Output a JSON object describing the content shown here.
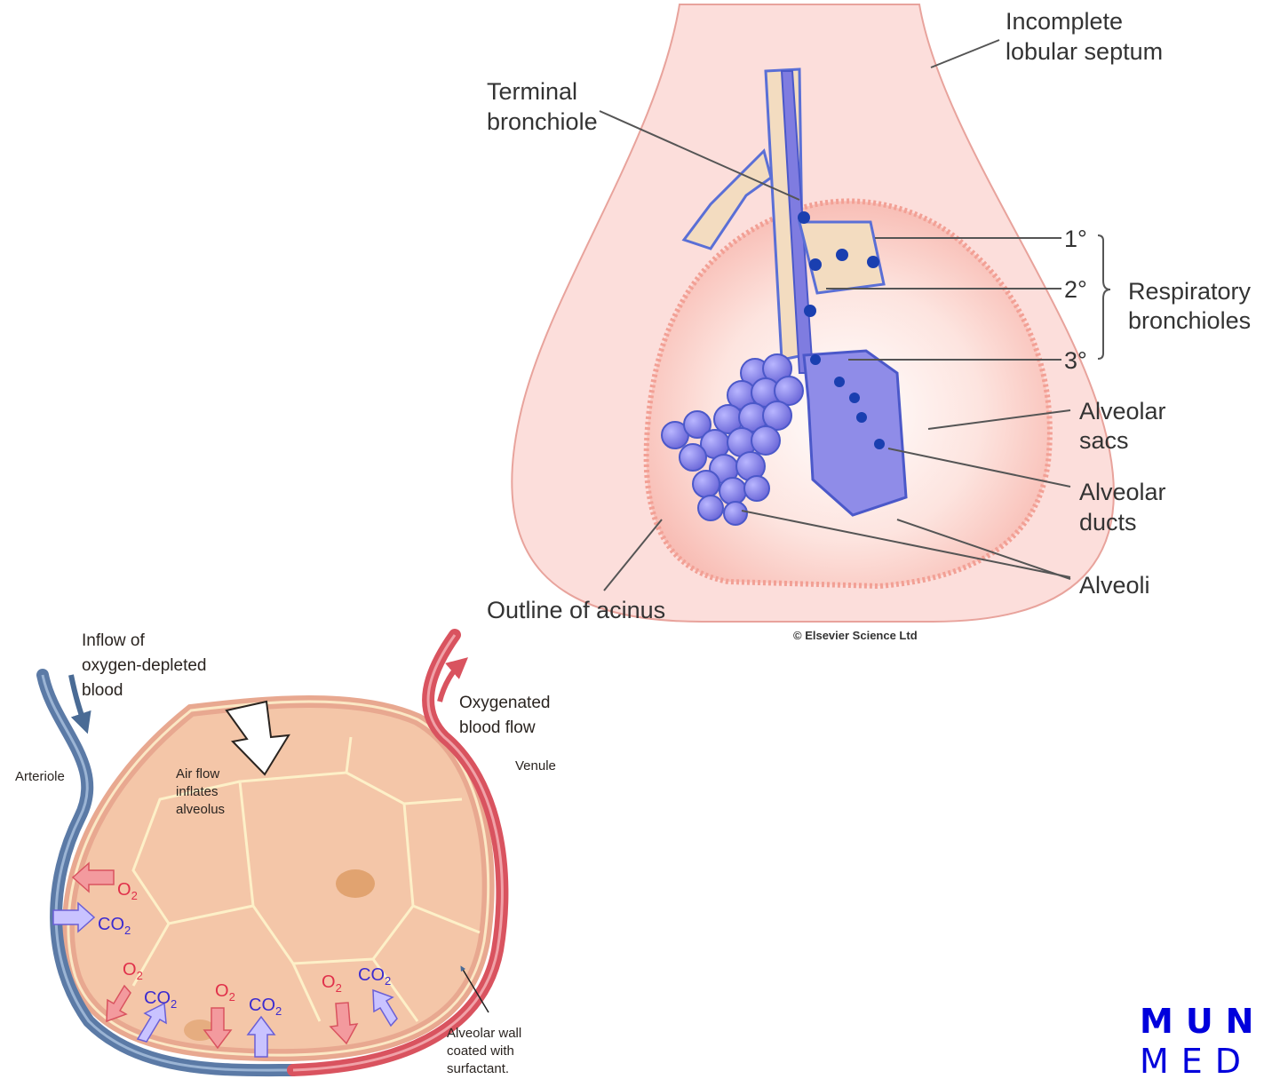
{
  "acinus_diagram": {
    "labels": {
      "incomplete_lobular_septum_1": "Incomplete",
      "incomplete_lobular_septum_2": "lobular septum",
      "terminal_bronchiole_1": "Terminal",
      "terminal_bronchiole_2": "bronchiole",
      "order_1": "1°",
      "order_2": "2°",
      "order_3": "3°",
      "respiratory_bronchioles_1": "Respiratory",
      "respiratory_bronchioles_2": "bronchioles",
      "alveolar_sacs_1": "Alveolar",
      "alveolar_sacs_2": "sacs",
      "alveolar_ducts_1": "Alveolar",
      "alveolar_ducts_2": "ducts",
      "alveoli": "Alveoli",
      "outline_of_acinus": "Outline of acinus",
      "copyright": "© Elsevier Science Ltd"
    }
  },
  "alveolus_diagram": {
    "labels": {
      "inflow_1": "Inflow of",
      "inflow_2": "oxygen-depleted",
      "inflow_3": "blood",
      "oxygenated_1": "Oxygenated",
      "oxygenated_2": "blood flow",
      "arteriole": "Arteriole",
      "venule": "Venule",
      "air_flow_1": "Air flow",
      "air_flow_2": "inflates",
      "air_flow_3": "alveolus",
      "wall_1": "Alveolar wall",
      "wall_2": "coated with",
      "wall_3": "surfactant."
    },
    "gases": {
      "o2": "O",
      "co2": "CO",
      "sub": "2"
    }
  },
  "logo": {
    "line1": "MUNI",
    "line2": "MED"
  }
}
